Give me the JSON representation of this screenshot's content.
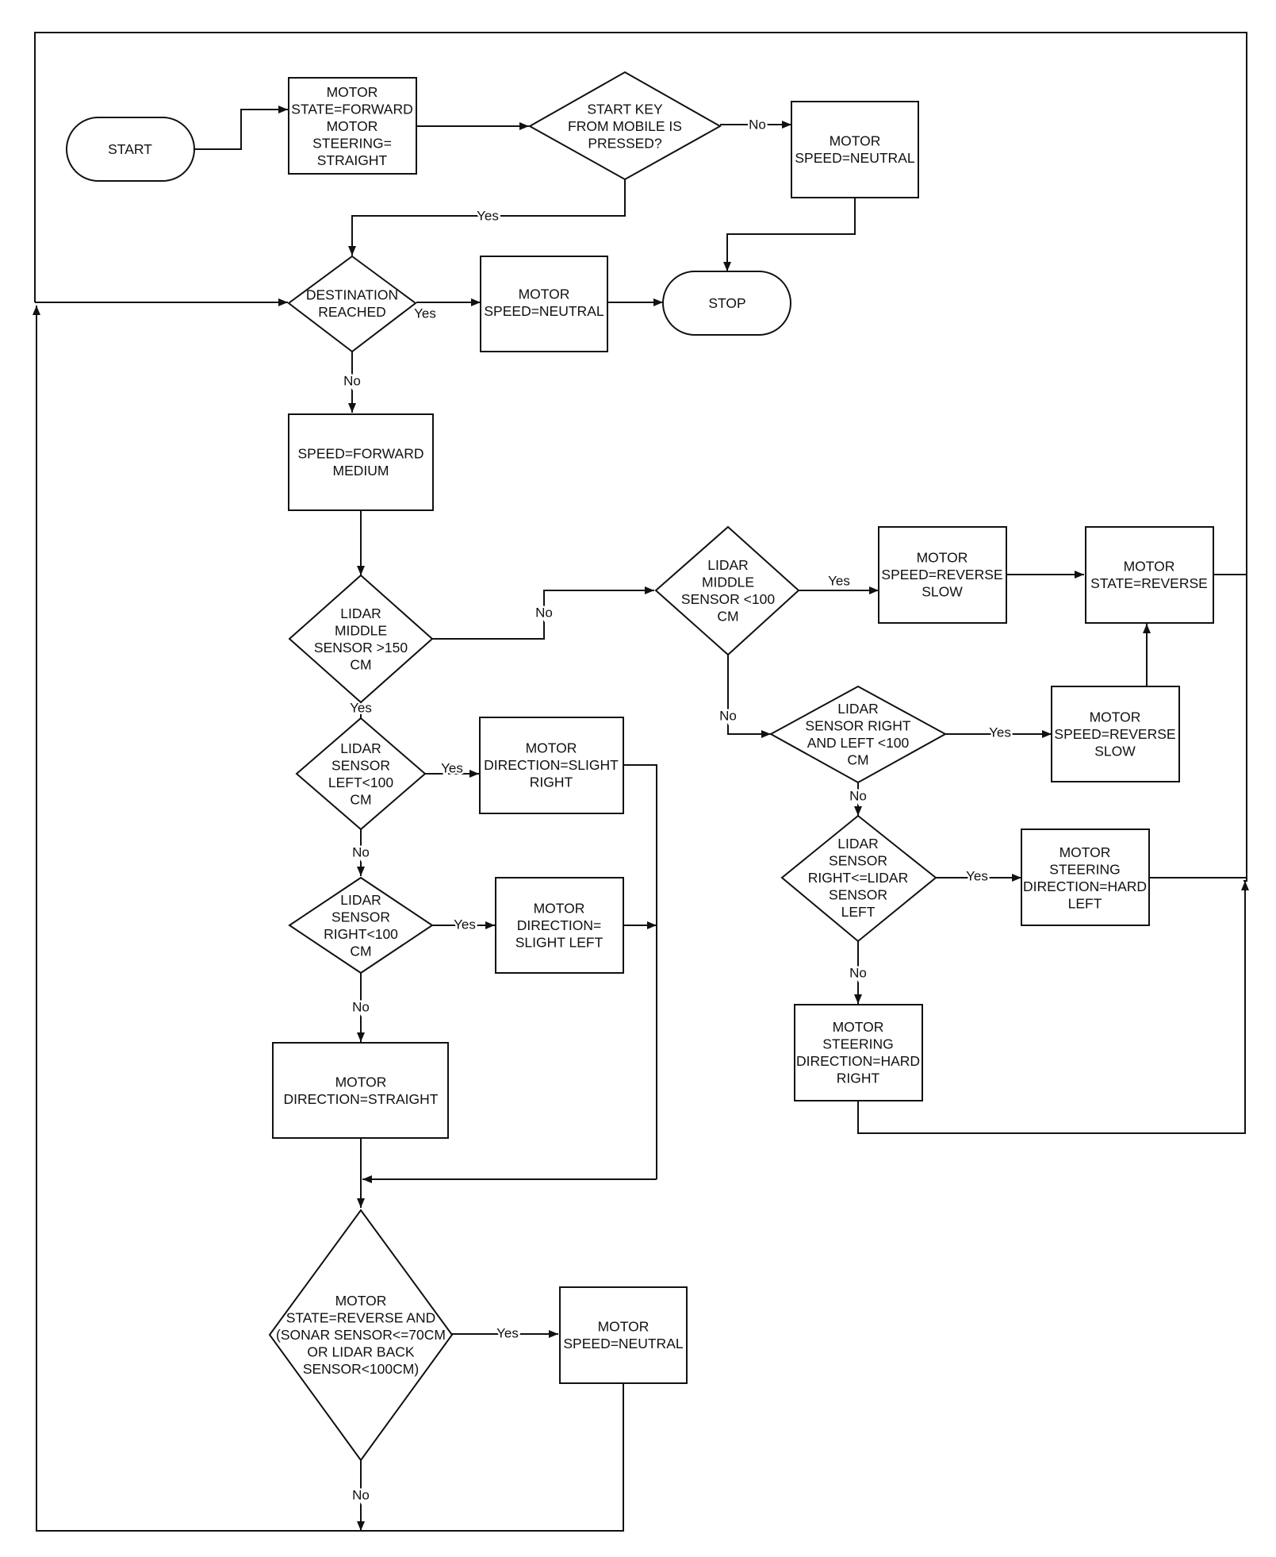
{
  "nodes": {
    "start": {
      "lines": [
        "START"
      ]
    },
    "init_state": {
      "lines": [
        "MOTOR",
        "STATE=FORWARD",
        "MOTOR",
        "STEERING=",
        "STRAIGHT"
      ]
    },
    "start_key_decision": {
      "lines": [
        "START KEY",
        "FROM MOBILE IS",
        "PRESSED?"
      ]
    },
    "speed_neutral_top": {
      "lines": [
        "MOTOR",
        "SPEED=NEUTRAL"
      ]
    },
    "destination_decision": {
      "lines": [
        "DESTINATION",
        "REACHED"
      ]
    },
    "speed_neutral_dest": {
      "lines": [
        "MOTOR",
        "SPEED=NEUTRAL"
      ]
    },
    "stop": {
      "lines": [
        "STOP"
      ]
    },
    "speed_forward_medium": {
      "lines": [
        "SPEED=FORWARD",
        "MEDIUM"
      ]
    },
    "lidar_middle_gt150": {
      "lines": [
        "LIDAR",
        "MIDDLE",
        "SENSOR >150",
        "CM"
      ]
    },
    "lidar_middle_lt100": {
      "lines": [
        "LIDAR",
        "MIDDLE",
        "SENSOR <100",
        "CM"
      ]
    },
    "speed_reverse_slow_1": {
      "lines": [
        "MOTOR",
        "SPEED=REVERSE",
        "SLOW"
      ]
    },
    "state_reverse": {
      "lines": [
        "MOTOR",
        "STATE=REVERSE"
      ]
    },
    "lidar_right_left_lt100": {
      "lines": [
        "LIDAR",
        "SENSOR RIGHT",
        "AND LEFT <100",
        "CM"
      ]
    },
    "speed_reverse_slow_2": {
      "lines": [
        "MOTOR",
        "SPEED=REVERSE",
        "SLOW"
      ]
    },
    "lidar_left_lt100": {
      "lines": [
        "LIDAR",
        "SENSOR",
        "LEFT<100",
        "CM"
      ]
    },
    "direction_slight_right": {
      "lines": [
        "MOTOR",
        "DIRECTION=SLIGHT",
        "RIGHT"
      ]
    },
    "lidar_right_le_left": {
      "lines": [
        "LIDAR",
        "SENSOR",
        "RIGHT<=LIDAR",
        "SENSOR",
        "LEFT"
      ]
    },
    "steering_hard_left": {
      "lines": [
        "MOTOR",
        "STEERING",
        "DIRECTION=HARD",
        "LEFT"
      ]
    },
    "lidar_right_lt100": {
      "lines": [
        "LIDAR",
        "SENSOR",
        "RIGHT<100",
        "CM"
      ]
    },
    "direction_slight_left": {
      "lines": [
        "MOTOR",
        "DIRECTION=",
        "SLIGHT LEFT"
      ]
    },
    "steering_hard_right": {
      "lines": [
        "MOTOR",
        "STEERING",
        "DIRECTION=HARD",
        "RIGHT"
      ]
    },
    "direction_straight": {
      "lines": [
        "MOTOR",
        "DIRECTION=STRAIGHT"
      ]
    },
    "reverse_obstacle_decision": {
      "lines": [
        "MOTOR",
        "STATE=REVERSE AND",
        "(SONAR SENSOR<=70CM",
        "OR LIDAR BACK",
        "SENSOR<100CM)"
      ]
    },
    "speed_neutral_bottom": {
      "lines": [
        "MOTOR",
        "SPEED=NEUTRAL"
      ]
    }
  },
  "edge_labels": {
    "start_key_no": "No",
    "start_key_yes": "Yes",
    "destination_yes": "Yes",
    "destination_no": "No",
    "middle_gt150_no": "No",
    "middle_gt150_yes": "Yes",
    "middle_lt100_yes": "Yes",
    "middle_lt100_no": "No",
    "right_left_yes": "Yes",
    "right_left_no": "No",
    "left_lt100_yes": "Yes",
    "left_lt100_no": "No",
    "right_le_left_yes": "Yes",
    "right_le_left_no": "No",
    "right_lt100_yes": "Yes",
    "right_lt100_no": "No",
    "reverse_yes": "Yes",
    "reverse_no": "No"
  }
}
